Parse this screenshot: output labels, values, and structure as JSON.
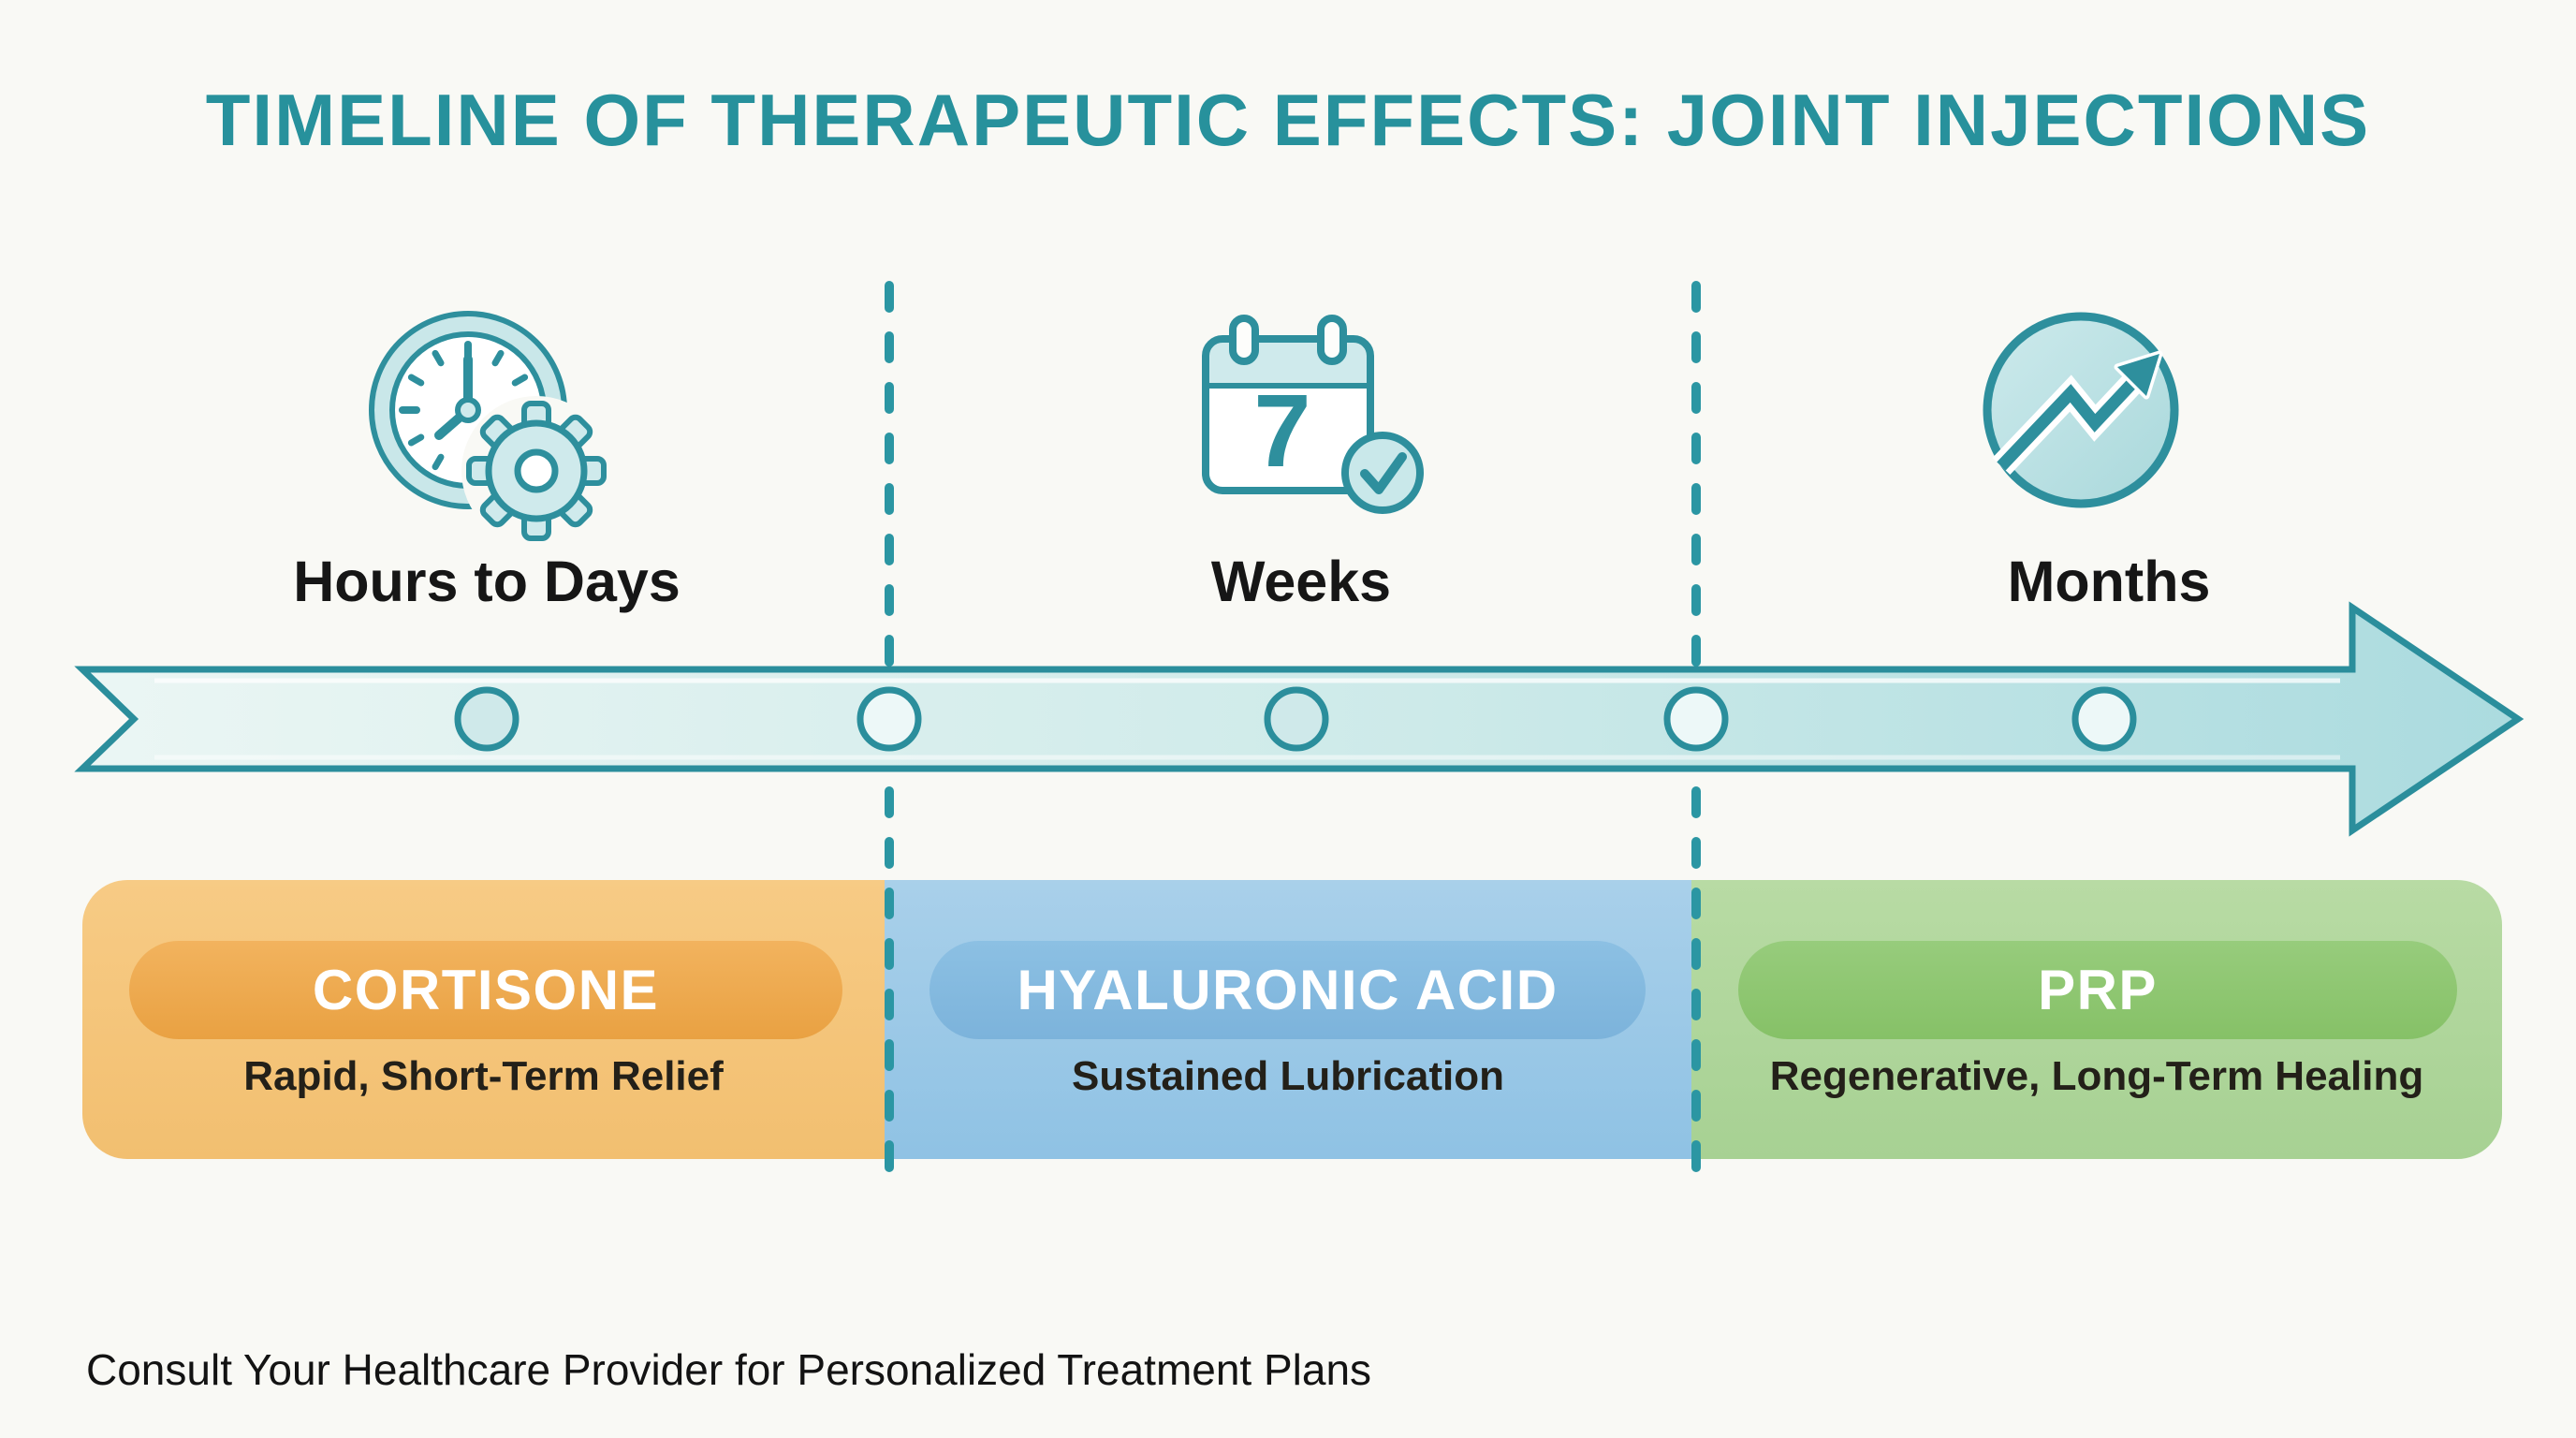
{
  "title": "TIMELINE OF THERAPEUTIC EFFECTS: JOINT INJECTIONS",
  "timeline": {
    "stages": [
      {
        "label": "Hours to Days",
        "icon": "clock-gear-icon"
      },
      {
        "label": "Weeks",
        "icon": "calendar-day7-check-icon"
      },
      {
        "label": "Months",
        "icon": "growth-trend-icon"
      }
    ],
    "calendar_day": "7",
    "dot_count": 5
  },
  "treatments": [
    {
      "name": "CORTISONE",
      "description": "Rapid, Short-Term Relief",
      "band_color": "#f6c87e",
      "pill_color": "#efa94f"
    },
    {
      "name": "HYALURONIC ACID",
      "description": "Sustained Lubrication",
      "band_color": "#a4cde9",
      "pill_color": "#84b9de"
    },
    {
      "name": "PRP",
      "description": "Regenerative, Long-Term Healing",
      "band_color": "#b4d89f",
      "pill_color": "#8ec871"
    }
  ],
  "footer": "Consult Your Healthcare Provider for Personalized Treatment Plans",
  "colors": {
    "accent_teal": "#27919c",
    "timeline_border": "#2b8e9c",
    "dashed_divider": "#2b96a3"
  }
}
